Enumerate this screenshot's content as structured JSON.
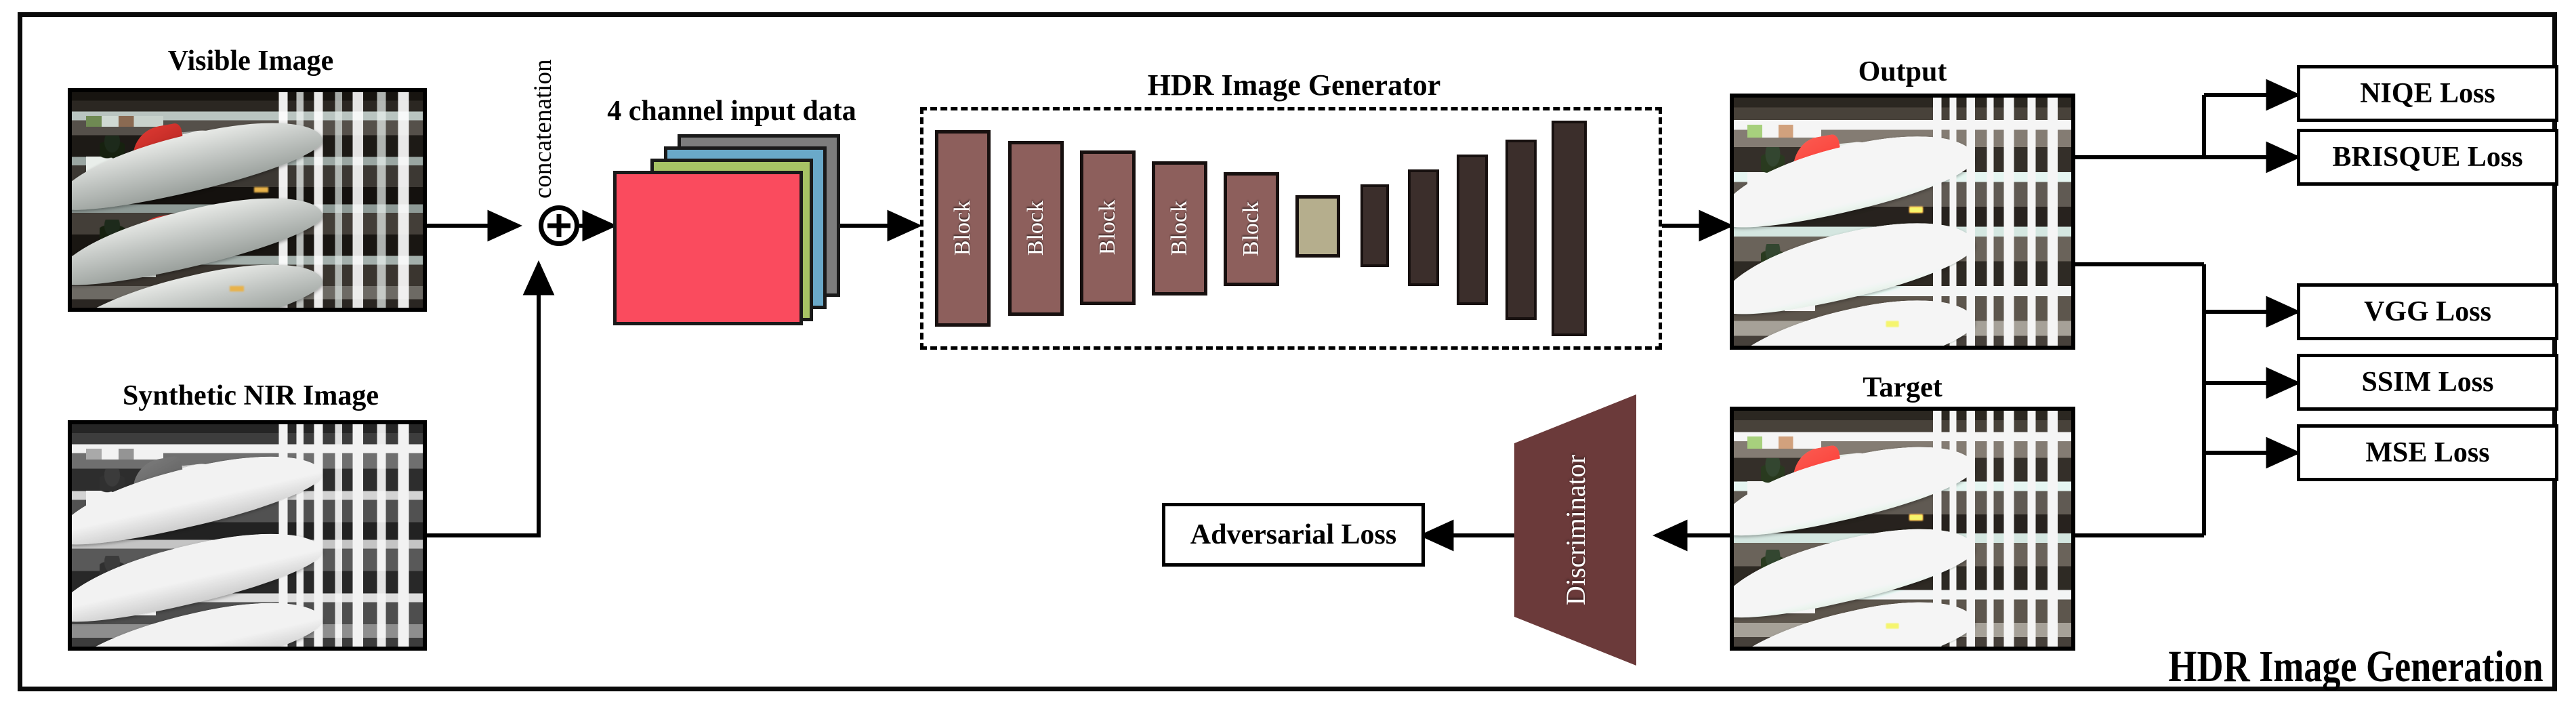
{
  "figure": {
    "title": "HDR Image Generation",
    "frame": {
      "border_color": "#000000"
    }
  },
  "inputs": {
    "visible": {
      "caption": "Visible Image"
    },
    "nir": {
      "caption": "Synthetic NIR Image"
    },
    "merge": {
      "symbol": "plus-circle",
      "label": "concatenation"
    }
  },
  "input_tensor": {
    "caption": "4 channel input data",
    "channels": [
      {
        "name": "channel-4-back",
        "color": "#7d7d7d"
      },
      {
        "name": "channel-3",
        "color": "#6aa9c9"
      },
      {
        "name": "channel-2",
        "color": "#a7c365"
      },
      {
        "name": "channel-1-front",
        "color": "#fa4b5e"
      }
    ]
  },
  "generator": {
    "caption": "HDR Image Generator",
    "encoder_blocks": [
      {
        "label": "Block"
      },
      {
        "label": "Block"
      },
      {
        "label": "Block"
      },
      {
        "label": "Block"
      },
      {
        "label": "Block"
      }
    ],
    "bottleneck": {
      "name": "bottleneck-layer",
      "color": "#b5ae8d"
    },
    "decoder_blocks": [
      {
        "name": "decoder-layer-1"
      },
      {
        "name": "decoder-layer-2"
      },
      {
        "name": "decoder-layer-3"
      },
      {
        "name": "decoder-layer-4"
      }
    ],
    "colors": {
      "encoder_block": "#8d5f5c",
      "bottleneck": "#b5ae8d",
      "decoder_block": "#3b2e2b",
      "outline": "#17100f"
    }
  },
  "results": {
    "output": {
      "caption": "Output"
    },
    "target": {
      "caption": "Target"
    }
  },
  "discriminator": {
    "label": "Discriminator",
    "color": "#6b3a3a"
  },
  "losses": {
    "no_reference": [
      {
        "name": "niqe-loss",
        "label": "NIQE Loss"
      },
      {
        "name": "brisque-loss",
        "label": "BRISQUE Loss"
      }
    ],
    "reference": [
      {
        "name": "vgg-loss",
        "label": "VGG Loss"
      },
      {
        "name": "ssim-loss",
        "label": "SSIM Loss"
      },
      {
        "name": "mse-loss",
        "label": "MSE Loss"
      }
    ],
    "adversarial": {
      "name": "adversarial-loss",
      "label": "Adversarial Loss"
    }
  }
}
